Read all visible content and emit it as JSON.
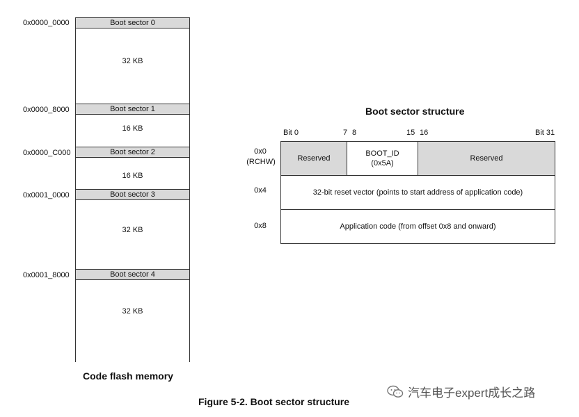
{
  "memory": {
    "sectors": [
      {
        "addr": "0x0000_0000",
        "label": "Boot sector 0",
        "size": "32 KB"
      },
      {
        "addr": "0x0000_8000",
        "label": "Boot sector 1",
        "size": "16 KB"
      },
      {
        "addr": "0x0000_C000",
        "label": "Boot sector 2",
        "size": "16 KB"
      },
      {
        "addr": "0x0001_0000",
        "label": "Boot sector 3",
        "size": "32 KB"
      },
      {
        "addr": "0x0001_8000",
        "label": "Boot sector 4",
        "size": "32 KB"
      }
    ],
    "caption": "Code flash memory"
  },
  "boot_structure": {
    "title": "Boot sector structure",
    "bits": {
      "b0": "Bit 0",
      "b7": "7",
      "b8": "8",
      "b15": "15",
      "b16": "16",
      "b31": "Bit 31"
    },
    "rows": {
      "r0_offset": "0x0",
      "r0_sub": "(RCHW)",
      "r0_reserved_left": "Reserved",
      "r0_bootid": "BOOT_ID",
      "r0_bootid_val": "(0x5A)",
      "r0_reserved_right": "Reserved",
      "r1_offset": "0x4",
      "r1_text": "32-bit reset vector (points to start address of application code)",
      "r2_offset": "0x8",
      "r2_text": "Application code (from offset 0x8 and onward)"
    }
  },
  "figure_caption": "Figure 5-2. Boot sector structure",
  "watermark": "汽车电子expert成长之路"
}
